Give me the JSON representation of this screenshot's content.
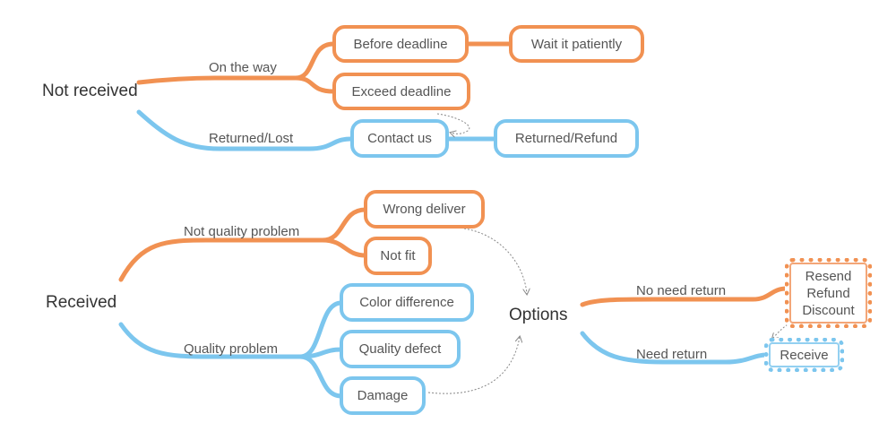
{
  "colors": {
    "orange": "#f19152",
    "blue": "#7cc6ee",
    "text": "#555555",
    "dashed": "#888888"
  },
  "roots": {
    "not_received": "Not received",
    "received": "Received",
    "options": "Options"
  },
  "branches": {
    "on_the_way": "On the way",
    "returned_lost": "Returned/Lost",
    "not_quality_problem": "Not quality problem",
    "quality_problem": "Quality problem",
    "no_need_return": "No need return",
    "need_return": "Need return"
  },
  "nodes": {
    "before_deadline": "Before deadline",
    "wait_patiently": "Wait it patiently",
    "exceed_deadline": "Exceed deadline",
    "contact_us": "Contact us",
    "returned_refund": "Returned/Refund",
    "wrong_deliver": "Wrong deliver",
    "not_fit": "Not fit",
    "color_difference": "Color difference",
    "quality_defect": "Quality defect",
    "damage": "Damage",
    "resend_refund_discount": [
      "Resend",
      "Refund",
      "Discount"
    ],
    "receive": "Receive"
  }
}
